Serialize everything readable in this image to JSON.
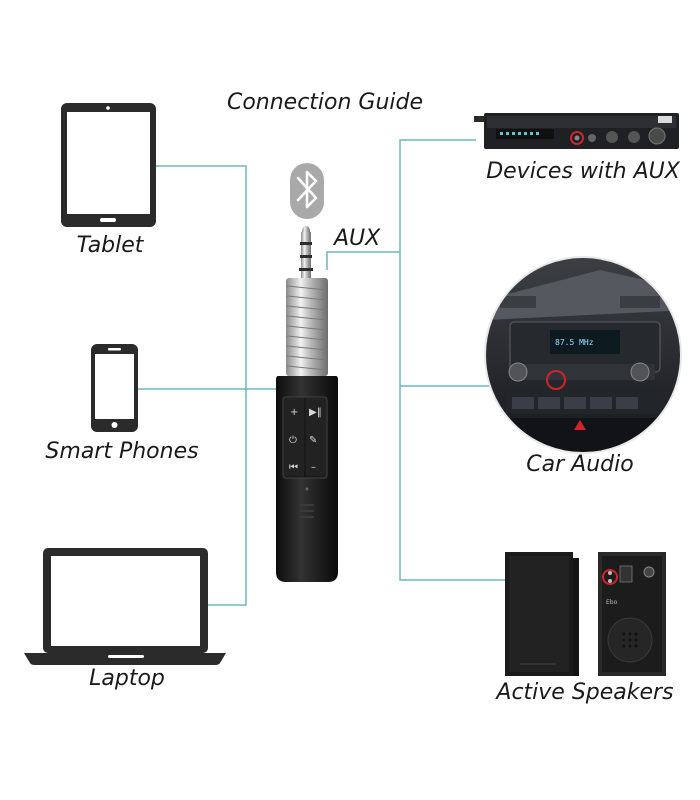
{
  "title": "Connection Guide",
  "aux_label": "AUX",
  "colors": {
    "line": "#6fb7bd",
    "device": "#2b2b2b",
    "accent_ring": "#d0242a"
  },
  "sources": [
    {
      "label": "Tablet",
      "icon": "tablet-icon"
    },
    {
      "label": "Smart Phones",
      "icon": "smartphone-icon"
    },
    {
      "label": "Laptop",
      "icon": "laptop-icon"
    }
  ],
  "receiver": {
    "icon": "bluetooth-icon",
    "device": "bluetooth-aux-receiver"
  },
  "outputs": [
    {
      "label": "Devices with AUX",
      "icon": "amplifier-icon"
    },
    {
      "label": "Car Audio",
      "icon": "car-audio-icon"
    },
    {
      "label": "Active Speakers",
      "icon": "speakers-icon"
    }
  ]
}
